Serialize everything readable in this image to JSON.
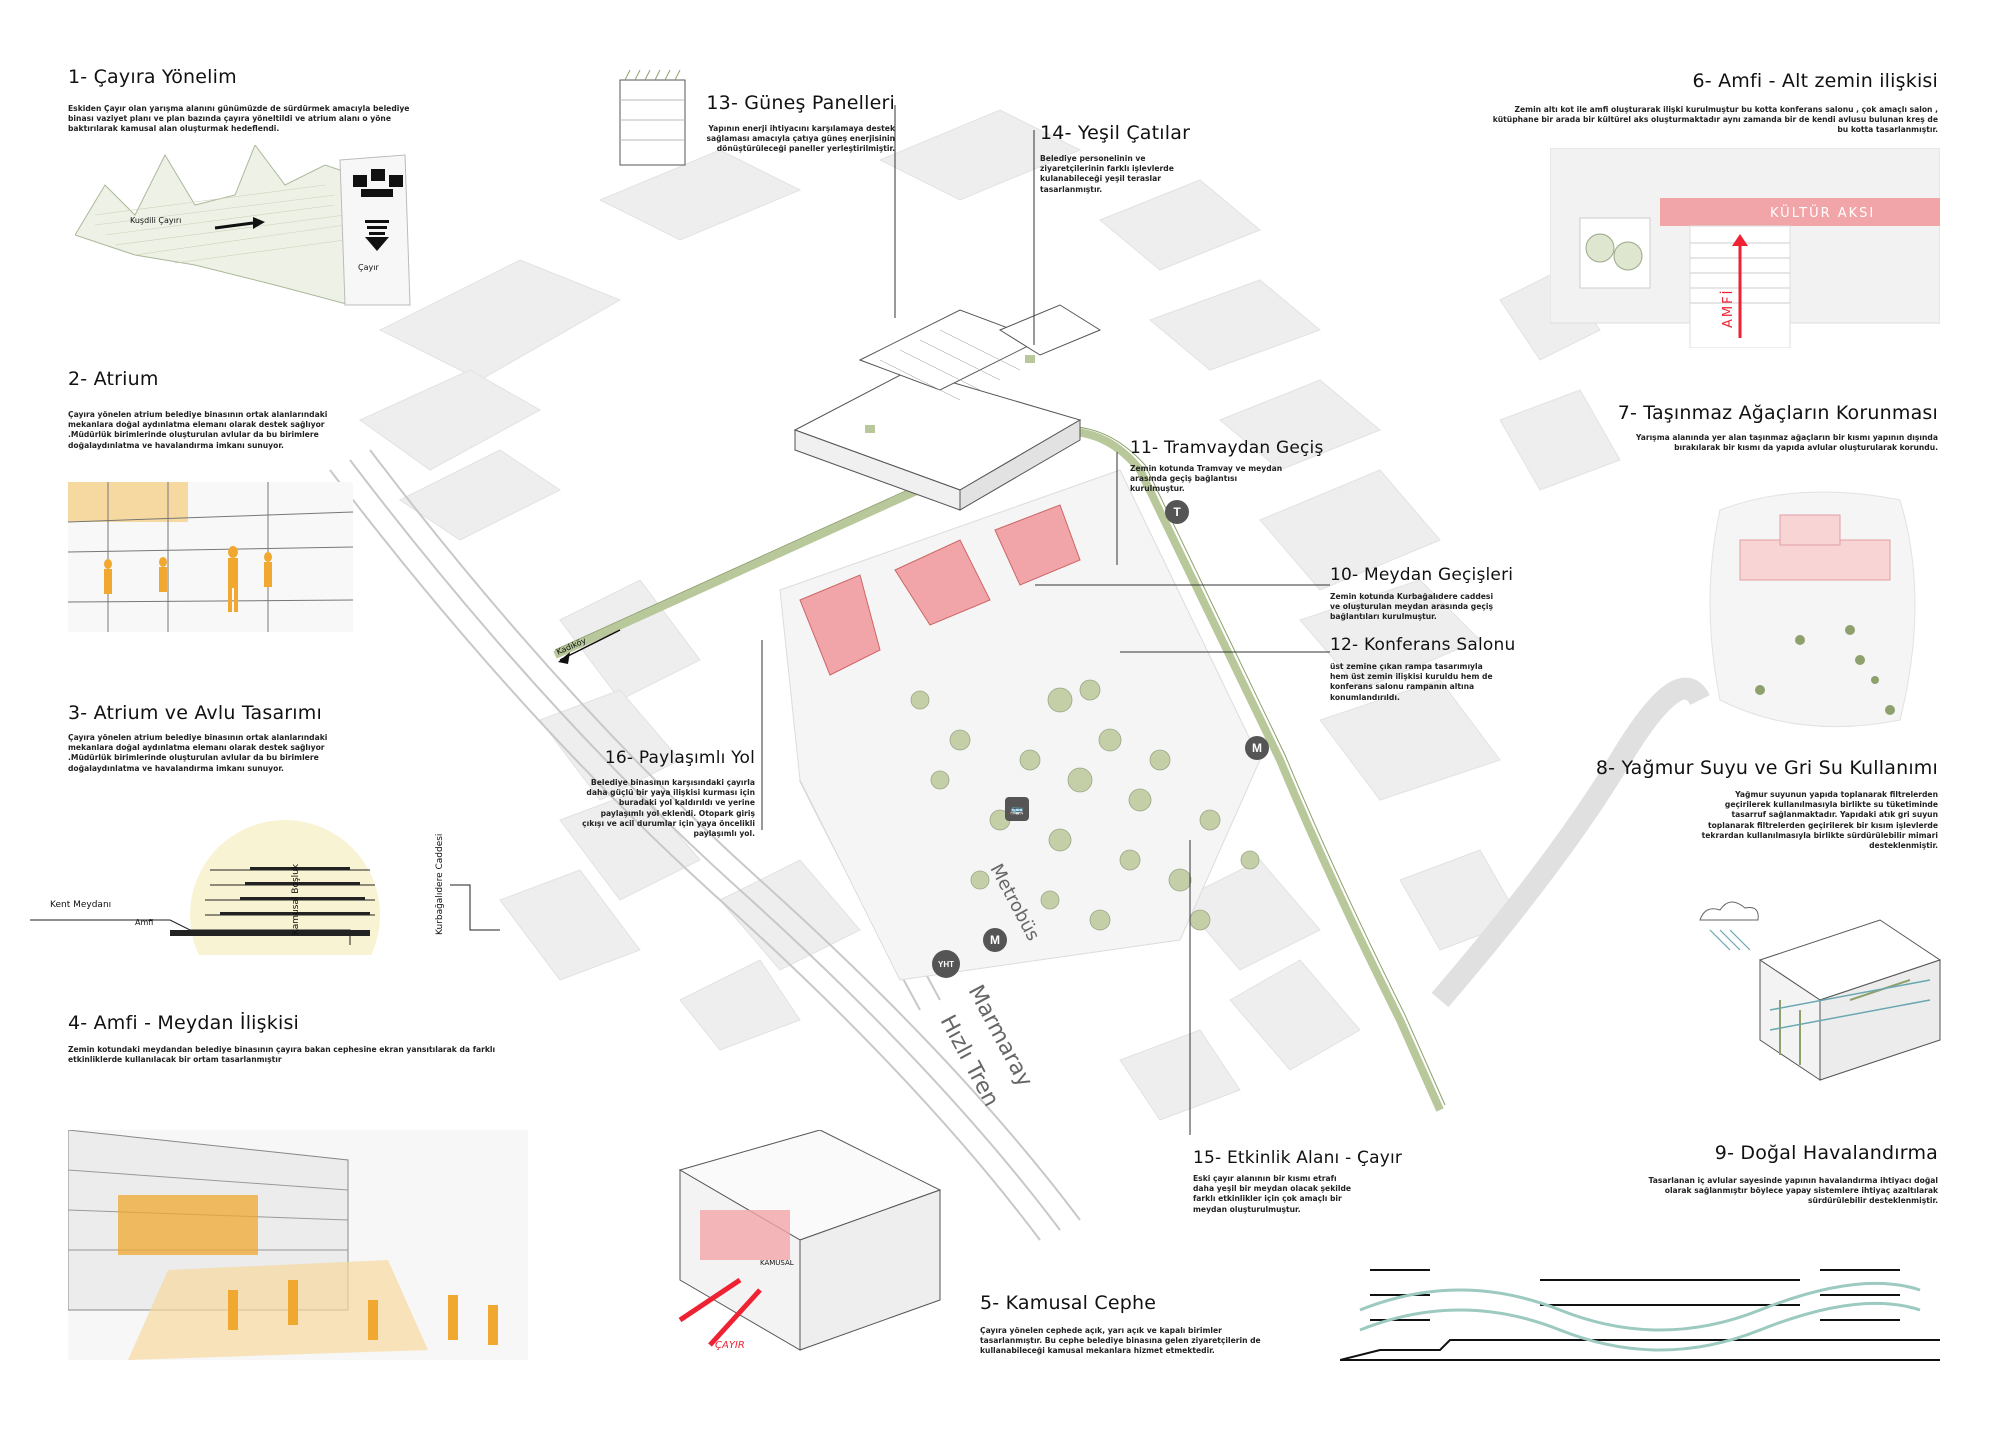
{
  "sections": [
    {
      "id": "s1",
      "title": "1- Çayıra Yönelim",
      "body": "Eskiden Çayır olan yarışma alanını günümüzde de sürdürmek amacıyla belediye binası vaziyet planı ve plan bazında çayıra yöneltildi ve atrium alanı o yöne baktırılarak kamusal alan oluşturmak hedeflendi."
    },
    {
      "id": "s2",
      "title": "2- Atrium",
      "body": "Çayıra yönelen atrium belediye binasının ortak alanlarındaki mekanlara doğal aydınlatma elemanı olarak destek sağlıyor .Müdürlük birimlerinde oluşturulan avlular da bu birimlere doğalaydınlatma ve havalandırma imkanı sunuyor."
    },
    {
      "id": "s3",
      "title": "3- Atrium ve Avlu Tasarımı",
      "body": "Çayıra yönelen atrium belediye binasının ortak alanlarındaki mekanlara doğal aydınlatma elemanı olarak destek sağlıyor .Müdürlük birimlerinde oluşturulan avlular da bu birimlere doğalaydınlatma ve havalandırma imkanı sunuyor."
    },
    {
      "id": "s4",
      "title": "4- Amfi - Meydan İlişkisi",
      "body": "Zemin kotundaki meydandan belediye binasının çayıra bakan cephesine ekran yansıtılarak da farklı etkinliklerde kullanılacak bir ortam tasarlanmıştır"
    },
    {
      "id": "s5",
      "title": "5- Kamusal Cephe",
      "body": "Çayıra yönelen cephede açık, yarı açık ve kapalı birimler tasarlanmıştır. Bu cephe belediye binasına gelen ziyaretçilerin de kullanabileceği kamusal mekanlara hizmet etmektedir."
    },
    {
      "id": "s6",
      "title": "6- Amfi - Alt zemin ilişkisi",
      "body": "Zemin altı kot ile amfi oluşturarak ilişki kurulmuştur bu kotta konferans salonu , çok amaçlı salon , kütüphane bir arada bir kültürel aks oluşturmaktadır aynı zamanda bir de kendi avlusu bulunan kreş de bu kotta tasarlanmıştır."
    },
    {
      "id": "s7",
      "title": "7- Taşınmaz Ağaçların Korunması",
      "body": "Yarışma alanında yer alan taşınmaz ağaçların bir kısmı yapının dışında bırakılarak bir kısmı da yapıda avlular oluşturularak korundu."
    },
    {
      "id": "s8",
      "title": "8- Yağmur Suyu ve Gri Su Kullanımı",
      "body": "Yağmur suyunun yapıda toplanarak filtrelerden geçirilerek kullanılmasıyla birlikte su tüketiminde tasarruf sağlanmaktadır. Yapıdaki atık gri suyun toplanarak filtrelerden geçirilerek bir kısım işlevlerde tekrardan kullanılmasıyla birlikte sürdürülebilir mimari desteklenmiştir."
    },
    {
      "id": "s9",
      "title": "9- Doğal Havalandırma",
      "body": "Tasarlanan iç avlular sayesinde yapının havalandırma ihtiyacı doğal olarak sağlanmıştır böylece yapay sistemlere ihtiyaç azaltılarak sürdürülebilir desteklenmiştir."
    },
    {
      "id": "s10",
      "title": "10- Meydan Geçişleri",
      "body": "Zemin kotunda Kurbağalıdere caddesi ve oluşturulan meydan arasında geçiş bağlantıları kurulmuştur."
    },
    {
      "id": "s11",
      "title": "11- Tramvaydan Geçiş",
      "body": "Zemin kotunda Tramvay ve meydan arasında geçiş bağlantısı kurulmuştur."
    },
    {
      "id": "s12",
      "title": "12- Konferans Salonu",
      "body": "üst zemine çıkan rampa tasarımıyla hem üst zemin ilişkisi kuruldu hem de konferans salonu rampanın altına konumlandırıldı."
    },
    {
      "id": "s13",
      "title": "13- Güneş Panelleri",
      "body": "Yapının enerji ihtiyacını karşılamaya destek sağlaması amacıyla çatıya güneş enerjisinin dönüştürüleceği paneller yerleştirilmiştir."
    },
    {
      "id": "s14",
      "title": "14- Yeşil Çatılar",
      "body": "Belediye personelinin ve ziyaretçilerinin farklı işlevlerde kulanabileceği yeşil teraslar tasarlanmıştır."
    },
    {
      "id": "s15",
      "title": "15- Etkinlik Alanı - Çayır",
      "body": "Eski çayır alanının bir kısmı etrafı daha yeşil bir meydan olacak şekilde farklı etkinlikler için çok amaçlı bir meydan oluşturulmuştur."
    },
    {
      "id": "s16",
      "title": "16- Paylaşımlı Yol",
      "body": "Belediye binasının karşısındaki çayırla daha güçlü bir yaya ilişkisi kurması için buradaki yol kaldırıldı ve yerine paylaşımlı yol eklendi. Otopark giriş çıkışı ve acil durumlar için yaya öncelikli paylaşımlı yol."
    }
  ],
  "diagram_labels": {
    "kusdili": "Kuşdili Çayırı",
    "cayir": "Çayır",
    "kent_meydani": "Kent Meydanı",
    "amfi_small": "Amfi",
    "kamusal_bosluk": "Kamusal Boşluk",
    "kurbagalidere": "Kurbağalıdere Caddesi",
    "kultur_aksi": "KÜLTÜR AKSI",
    "amfi": "AMFİ",
    "kadikoy": "Kadıköy",
    "metrobus": "Metrobüs",
    "marmaray": "Marmaray",
    "hizli_tren": "Hızlı Tren",
    "cayir_red": "ÇAYIR",
    "kamusal": "KAMUSAL"
  },
  "badges": {
    "tram": "T",
    "metro": "M",
    "metro2": "M",
    "bus": "🚌",
    "yht": "YHT"
  },
  "colors": {
    "accent_red": "#f08a8e",
    "orange": "#f0a830",
    "green": "#b8c89a",
    "gray": "#d8d8d8"
  }
}
